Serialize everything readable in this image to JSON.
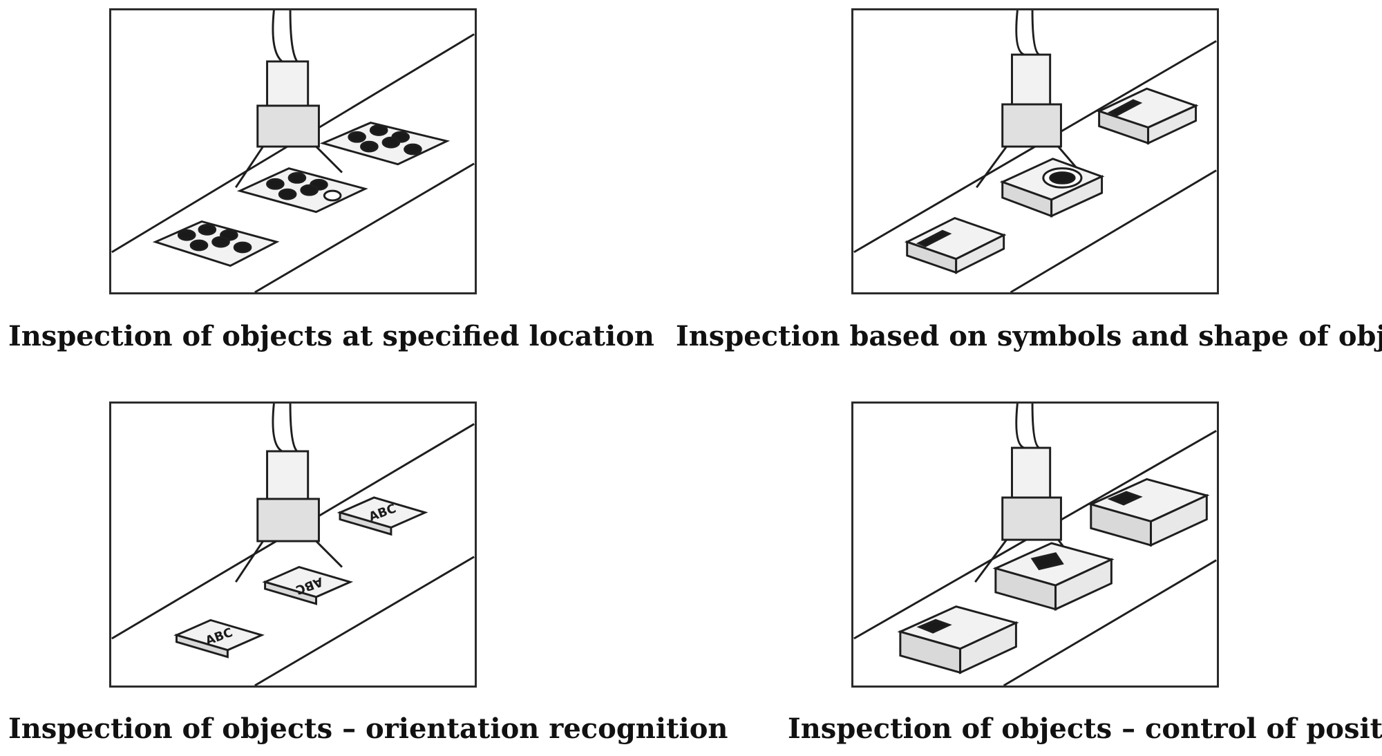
{
  "panels": [
    {
      "id": "location",
      "caption": "Inspection of objects at specified location"
    },
    {
      "id": "symbols",
      "caption": "Inspection based on symbols and shape of objects"
    },
    {
      "id": "orientation",
      "caption": "Inspection of objects – orientation recognition",
      "chip_text": "ABC"
    },
    {
      "id": "position",
      "caption": "Inspection of objects – control of position"
    }
  ],
  "colors": {
    "line": "#1e1e1e",
    "dark": "#1a1a1a",
    "light": "#f2f2f2",
    "shade": "#d9d9d9"
  },
  "icons": [
    "camera-icon",
    "conveyor-belt-icon",
    "blister-pack-icon",
    "box-icon",
    "chip-icon"
  ]
}
